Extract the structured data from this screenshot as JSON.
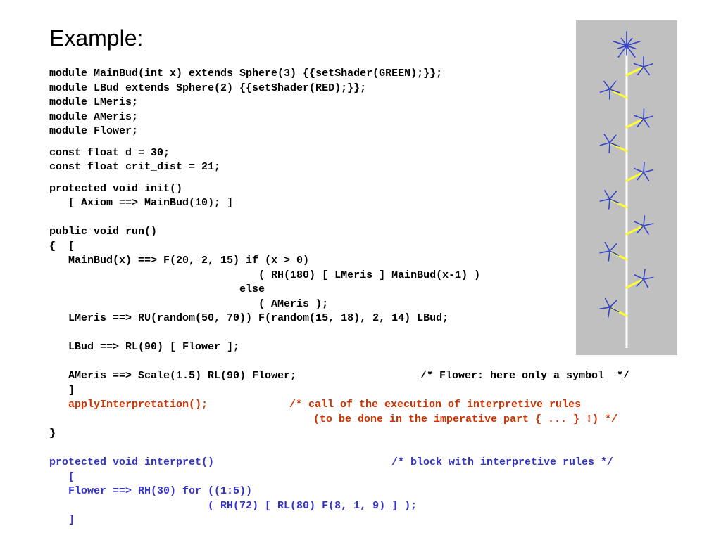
{
  "slide": {
    "title": "Example:"
  },
  "code": {
    "module_mainbud": "module MainBud(int x) extends Sphere(3) {{setShader(GREEN);}};",
    "module_lbud": "module LBud extends Sphere(2) {{setShader(RED);}};",
    "module_lmeris": "module LMeris;",
    "module_ameris": "module AMeris;",
    "module_flower": "module Flower;",
    "const_d": "const float d = 30;",
    "const_crit": "const float crit_dist = 21;",
    "init_sig": "protected void init()",
    "init_body": "   [ Axiom ==> MainBud(10); ]",
    "run_sig": "public void run()",
    "run_open": "{  [",
    "rule_mainbud": "   MainBud(x) ==> F(20, 2, 15) if (x > 0)",
    "rule_mainbud_then": "                                 ( RH(180) [ LMeris ] MainBud(x-1) )",
    "rule_else": "                              else",
    "rule_else_body": "                                 ( AMeris );",
    "rule_lmeris": "   LMeris ==> RU(random(50, 70)) F(random(15, 18), 2, 14) LBud;",
    "rule_lbud": "   LBud ==> RL(90) [ Flower ];",
    "rule_ameris": "   AMeris ==> Scale(1.5) RL(90) Flower;",
    "rule_ameris_comment": "/* Flower: here only a symbol  */",
    "run_close_bracket": "   ]",
    "apply_call": "   applyInterpretation();",
    "apply_comment_1": "/* call of the execution of interpretive rules",
    "apply_comment_2": "(to be done in the imperative part { ... } !) */",
    "run_close_brace": "}",
    "interpret_sig": "protected void interpret()",
    "interpret_comment": "/* block with interpretive rules */",
    "interpret_open": "   [",
    "flower_rule": "   Flower ==> RH(30) for ((1:5))",
    "flower_rule_body": "                         ( RH(72) [ RL(80) F(8, 1, 9) ] );",
    "interpret_close": "   ]"
  },
  "colors": {
    "code_default": "#000000",
    "apply_interpretation": "#cc3300",
    "interpretive_block": "#3333cc",
    "panel_background": "#c0c0c0",
    "stem": "#ffffff",
    "branch": "#ffff33",
    "flower": "#3344cc"
  }
}
